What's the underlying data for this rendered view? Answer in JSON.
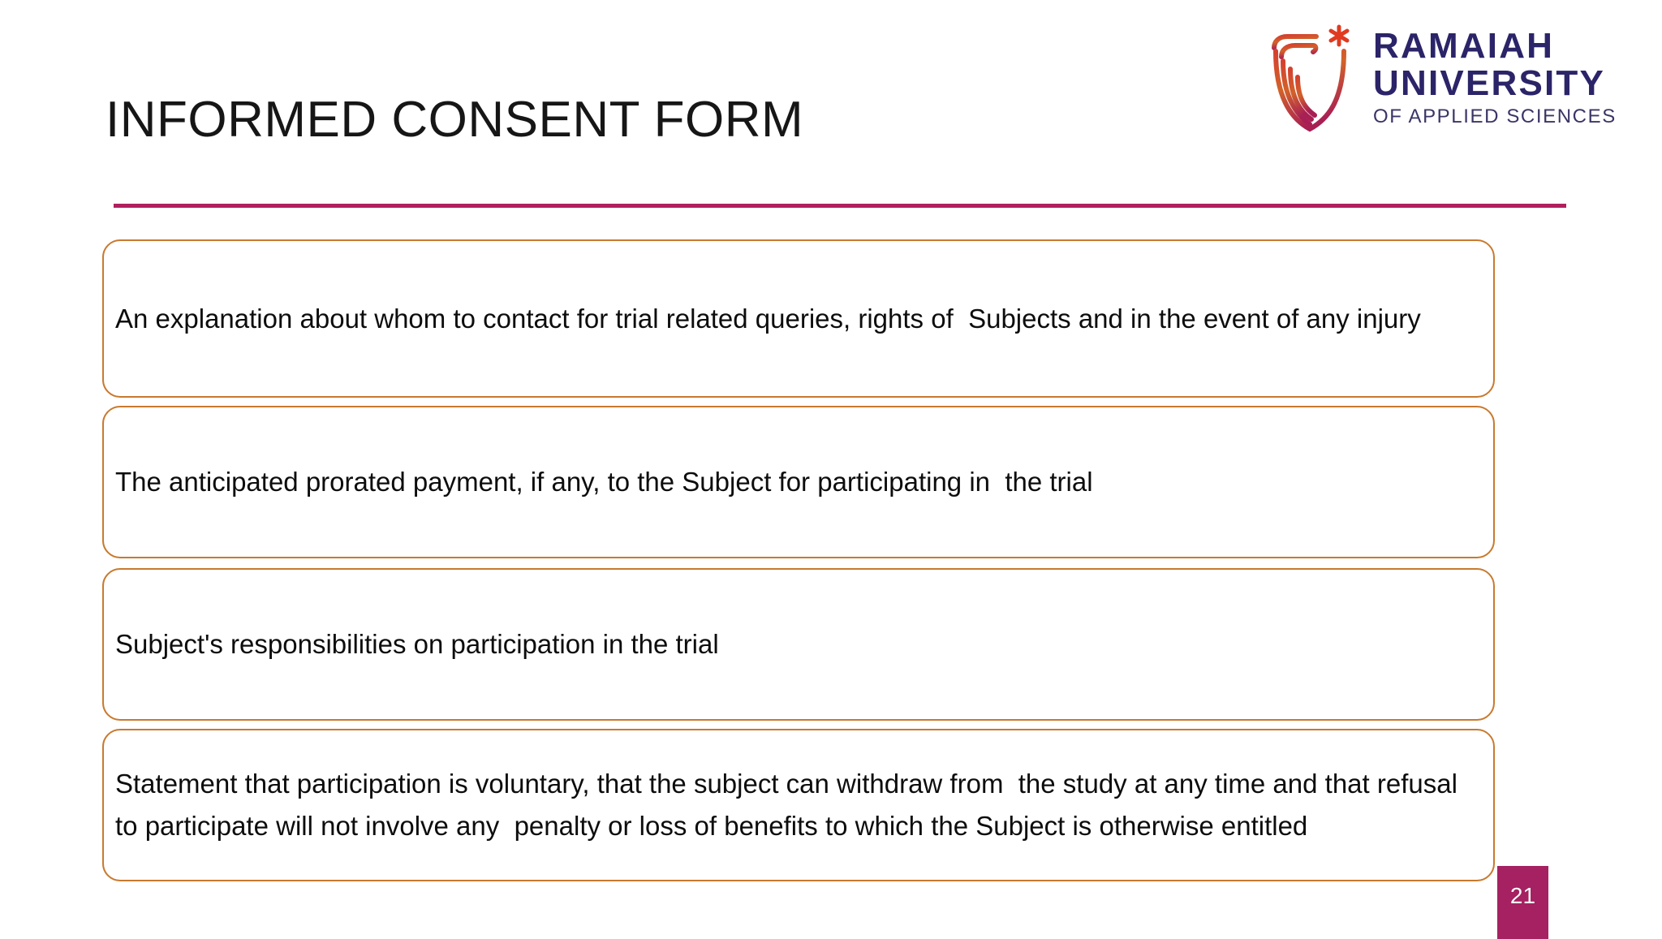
{
  "slide": {
    "title": "INFORMED CONSENT FORM",
    "page_number": "21",
    "accent_rule_color": "#b01f5e",
    "box_border_color": "#c87a2f",
    "badge_color": "#a52161"
  },
  "logo": {
    "icon_name": "ramaiah-shield-icon",
    "line1": "RAMAIAH",
    "line2": "UNIVERSITY",
    "line3": "OF APPLIED SCIENCES",
    "text_color": "#2b2468",
    "mark_colors": [
      "#c0264a",
      "#cf3a33",
      "#d2622a",
      "#a81f54",
      "#e03a20"
    ]
  },
  "content": {
    "boxes": [
      {
        "text": "An explanation about whom to contact for trial related queries, rights of  Subjects and in the event of any injury"
      },
      {
        "text": "The anticipated prorated payment, if any, to the Subject for participating in  the trial"
      },
      {
        "text": "Subject's responsibilities on participation in the trial"
      },
      {
        "text": "Statement that participation is voluntary, that the subject can withdraw from  the study at any time and that refusal to participate will not involve any  penalty or loss of benefits to which the Subject is otherwise entitled"
      }
    ]
  }
}
